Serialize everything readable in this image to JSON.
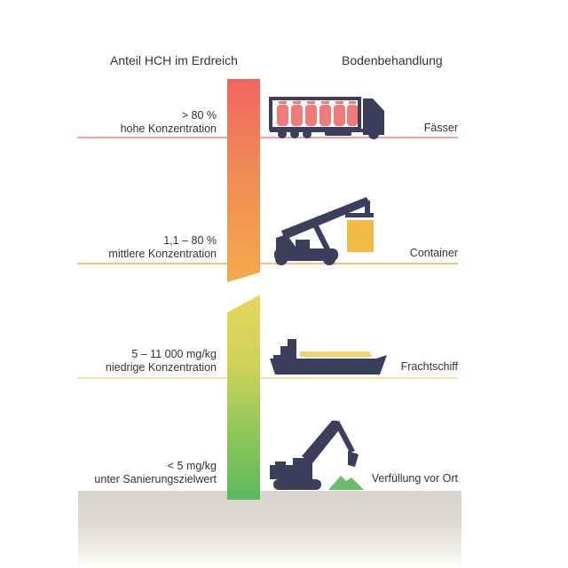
{
  "headers": {
    "left": "Anteil HCH im Erdreich",
    "right": "Bodenbehandlung"
  },
  "levels": [
    {
      "range": "> 80 %",
      "label": "hohe Konzentration",
      "treatment": "Fässer",
      "vehicle": "truck-with-barrels",
      "line_color": "#f08a86"
    },
    {
      "range": "1,1 – 80 %",
      "label": "mittlere Konzentration",
      "treatment": "Container",
      "vehicle": "reach-stacker-crane",
      "line_color": "#f4b563"
    },
    {
      "range": "5 – 11 000 mg/kg",
      "label": "niedrige Konzentration",
      "treatment": "Frachtschiff",
      "vehicle": "cargo-ship",
      "line_color": "#f3d58c"
    },
    {
      "range": "< 5 mg/kg",
      "label": "unter Sanierungszielwert",
      "treatment": "Verfüllung vor Ort",
      "vehicle": "excavator",
      "line_color": null
    }
  ],
  "colors": {
    "vehicle": "#3b3f5c",
    "barrel": "#f07a78",
    "container": "#f2bb45",
    "cargo": "#f3d36a",
    "mound": "#6dbb6c",
    "bar_top": "#f0675e",
    "bar_mid": "#f2a24a",
    "bar_yellow": "#e5d85c",
    "bar_bottom": "#5cb85c"
  }
}
